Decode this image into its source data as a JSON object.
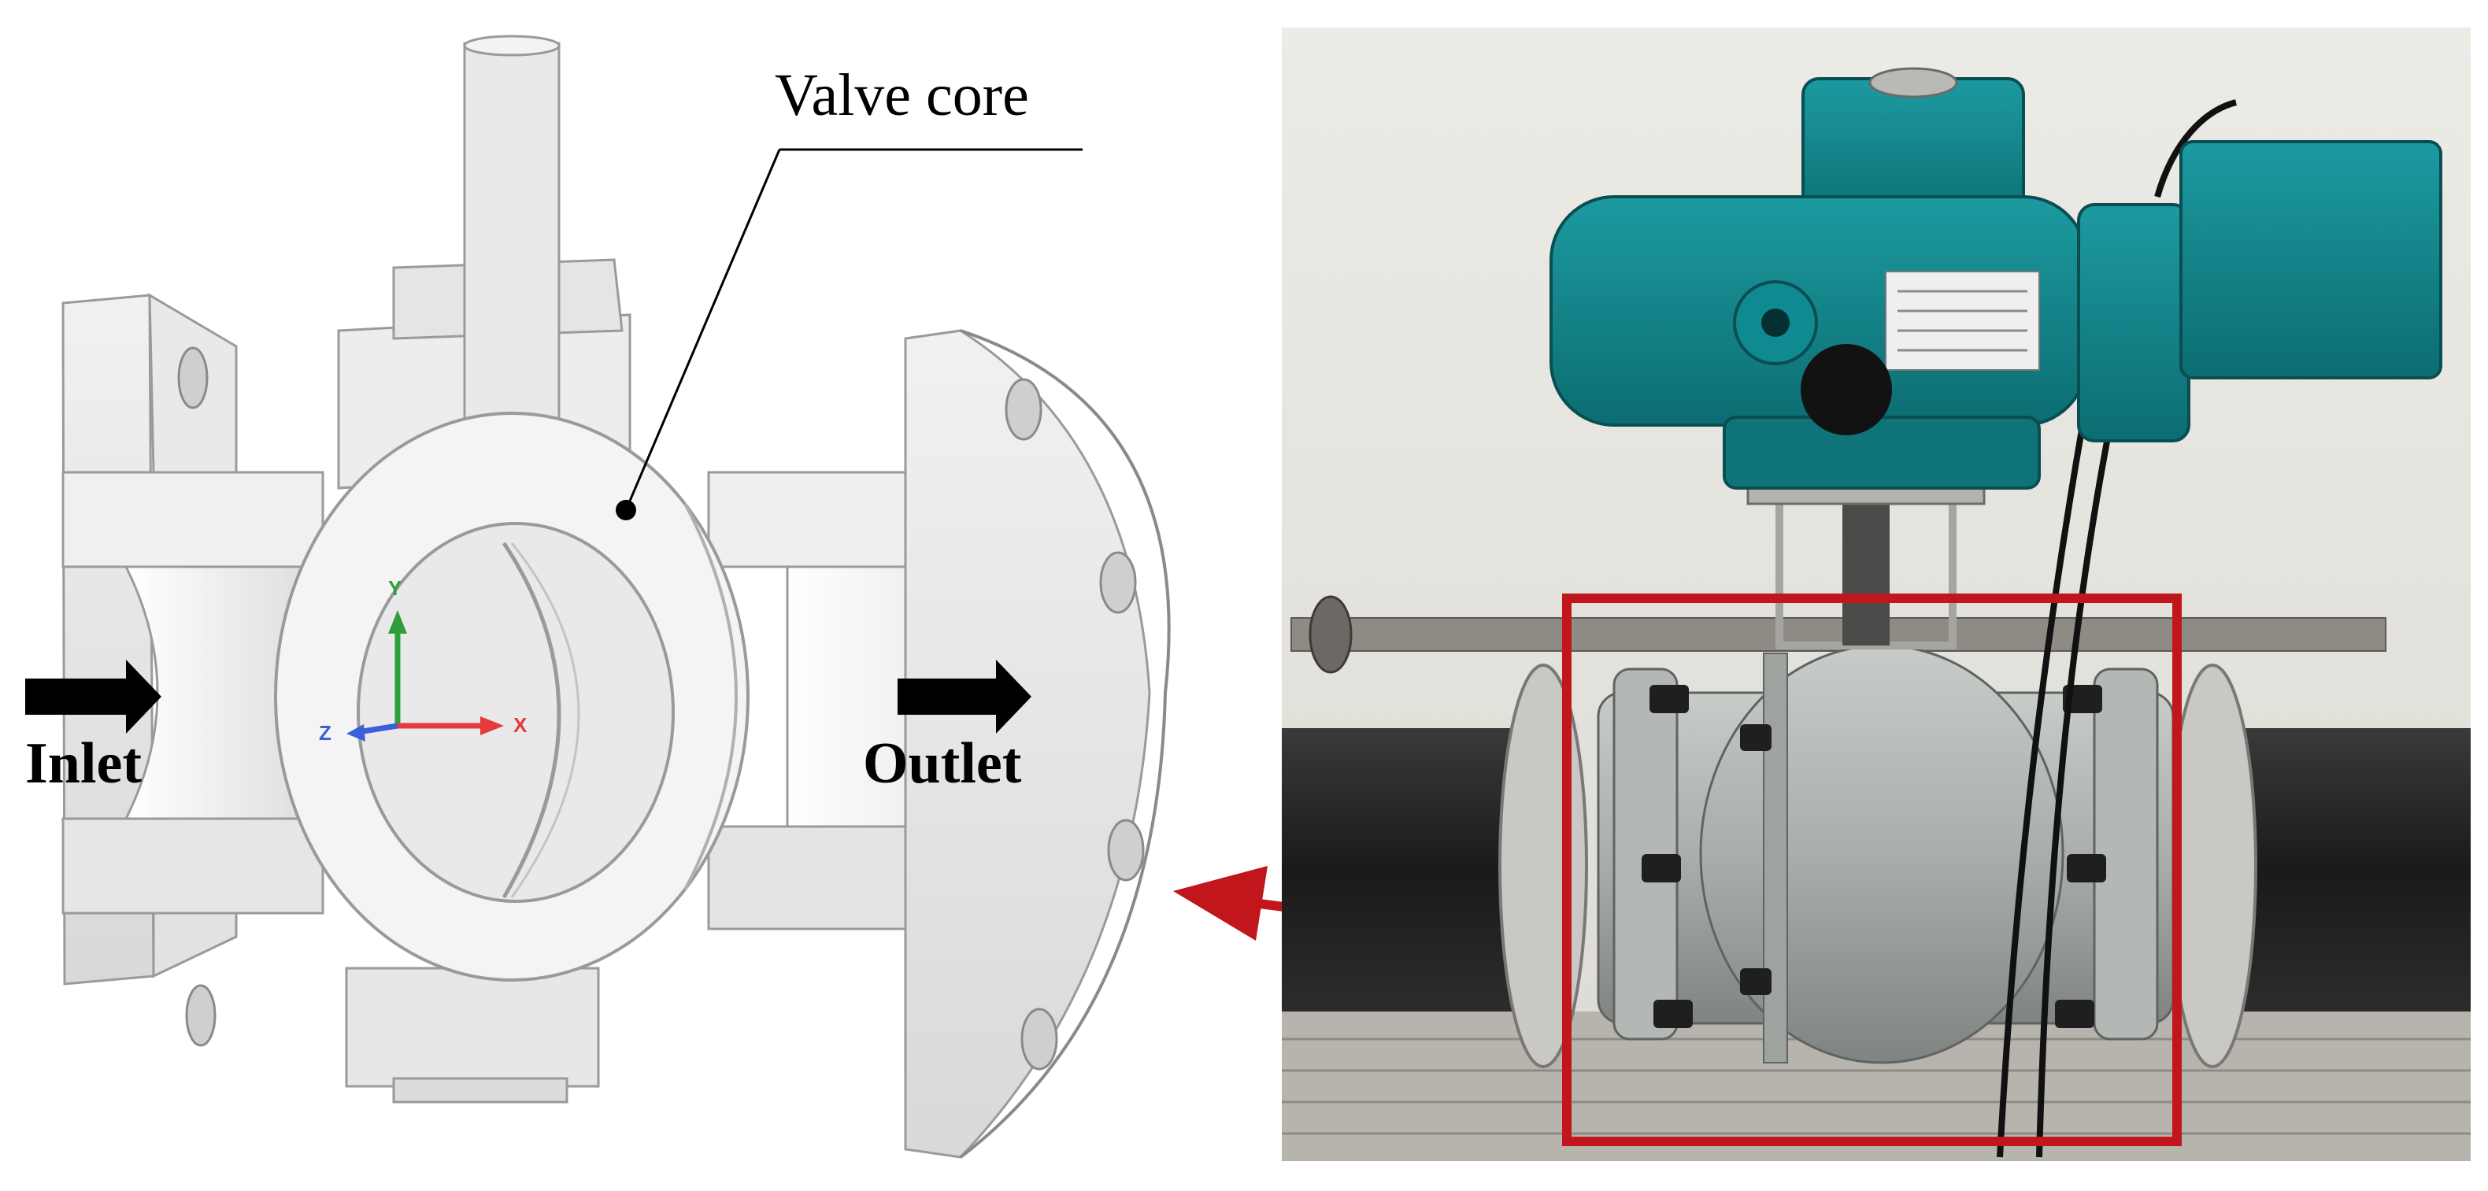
{
  "labels": {
    "valve_core": "Valve core",
    "inlet": "Inlet",
    "outlet": "Outlet"
  },
  "axes": {
    "x": "X",
    "y": "Y",
    "z": "Z"
  },
  "colors": {
    "highlight_box": "#c0161c",
    "pointer_arrow": "#c0161c",
    "actuator": "#11858a",
    "valve_body": "#a8adaa",
    "flow_arrow": "#000000",
    "x_axis": "#e43b3b",
    "y_axis": "#2f9e3a",
    "z_axis": "#3b5fd9"
  }
}
